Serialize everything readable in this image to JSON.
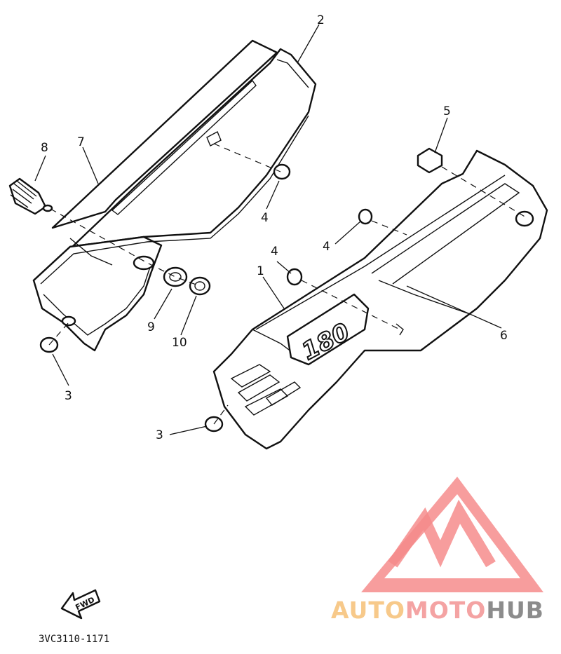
{
  "callouts": {
    "c1": "1",
    "c2": "2",
    "c3a": "3",
    "c3b": "3",
    "c4a": "4",
    "c4b": "4",
    "c4c": "4",
    "c5": "5",
    "c6": "6",
    "c7": "7",
    "c8": "8",
    "c9": "9",
    "c10": "10"
  },
  "emblem_text": "180",
  "fwd_label": "FWD",
  "drawing_code": "3VC3110-1171",
  "watermark": {
    "part1": "AUTO",
    "part2": "MOTO",
    "part3": "HUB",
    "colors": {
      "auto": "#f7c98a",
      "moto": "#f4a3a3",
      "hub": "#8c8c8c",
      "logo": "#f47f7f"
    }
  }
}
